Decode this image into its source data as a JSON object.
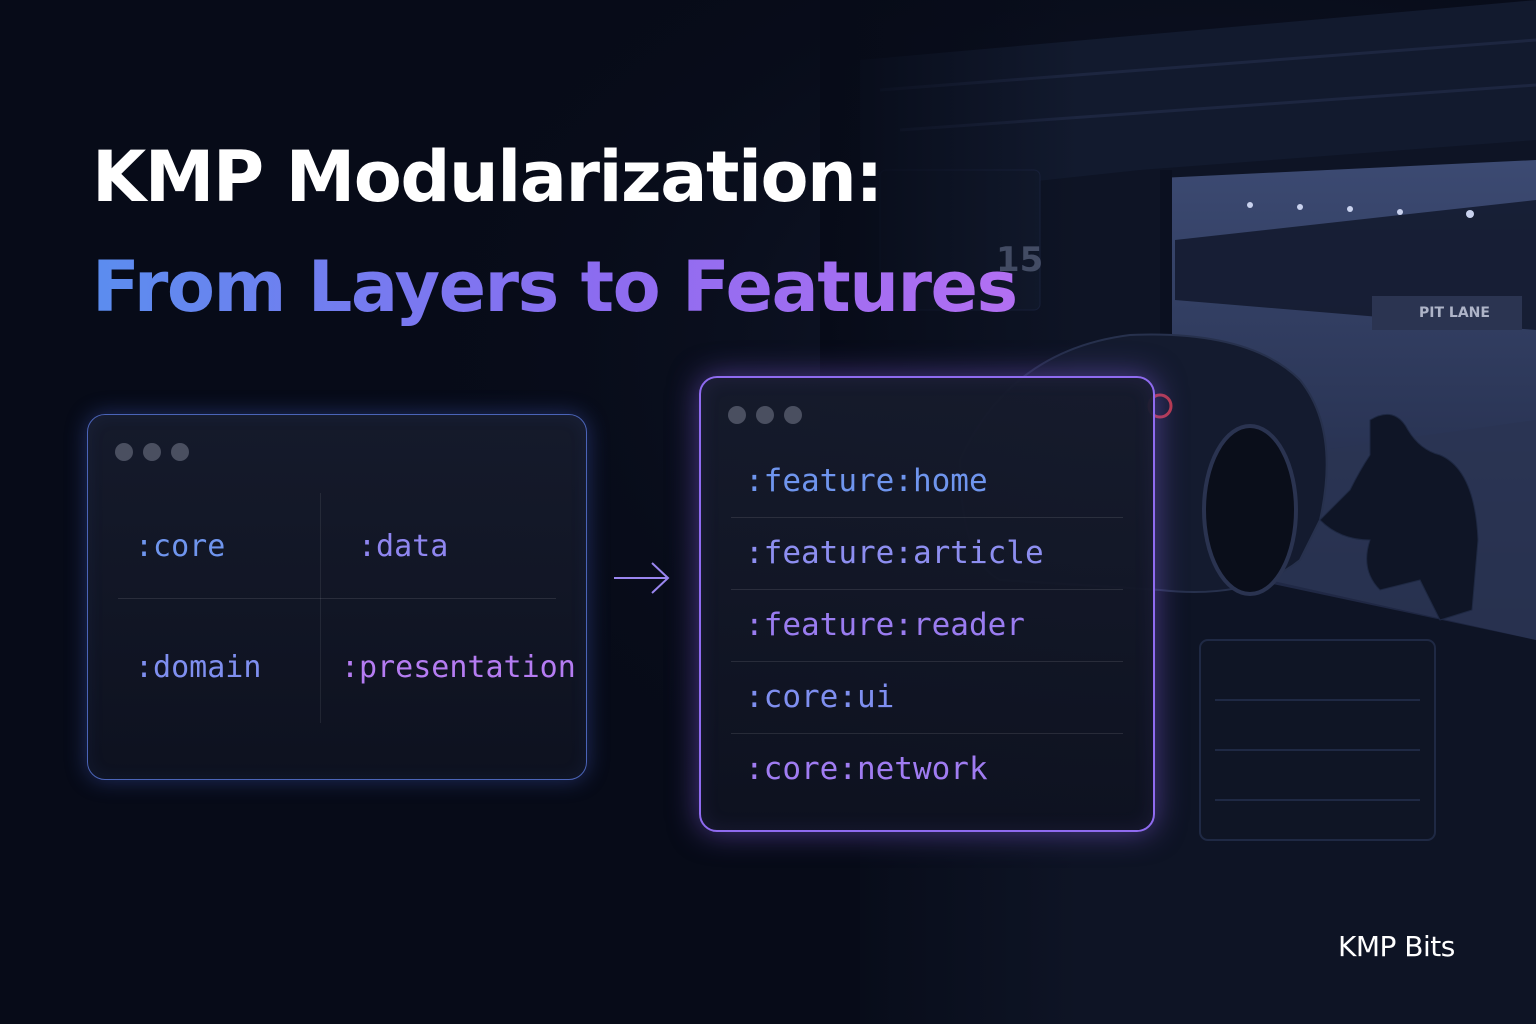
{
  "title": {
    "line1": "KMP Modularization:",
    "line2": "From Layers to Features"
  },
  "left_window": {
    "modules": [
      ":core",
      ":data",
      ":domain",
      ":presentation"
    ]
  },
  "right_window": {
    "modules": [
      ":feature:home",
      ":feature:article",
      ":feature:reader",
      ":core:ui",
      ":core:network"
    ]
  },
  "background": {
    "sign": "PIT LANE",
    "car_number": "15"
  },
  "brand": "KMP Bits",
  "colors": {
    "background": "#070b18",
    "blue": "#6f95ee",
    "purple": "#9a7cf0",
    "violet": "#b57cf2",
    "accent_border": "#8f6bf0"
  }
}
